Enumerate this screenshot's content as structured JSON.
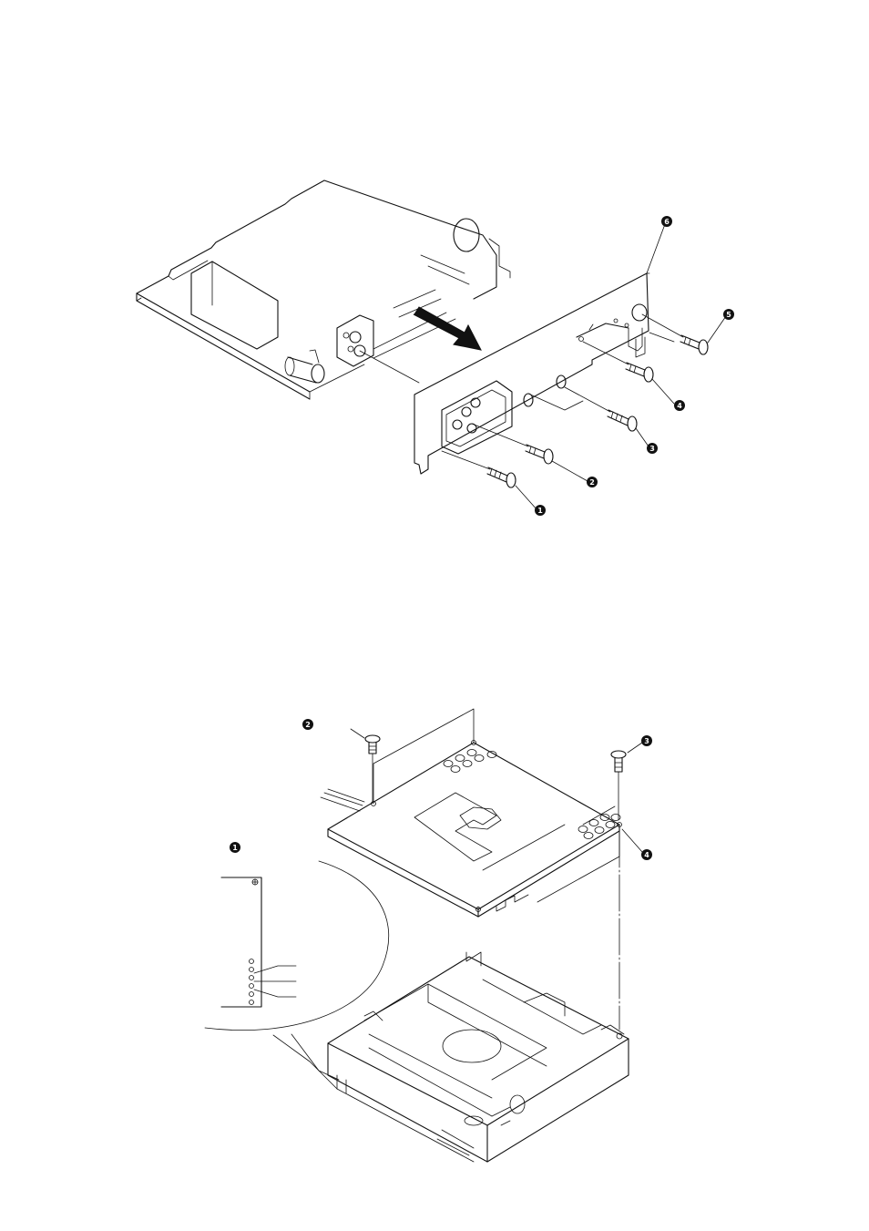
{
  "figure1": {
    "callouts": [
      "1",
      "2",
      "3",
      "4",
      "5",
      "6"
    ]
  },
  "figure2": {
    "callouts": [
      "1",
      "2",
      "3",
      "4"
    ]
  }
}
